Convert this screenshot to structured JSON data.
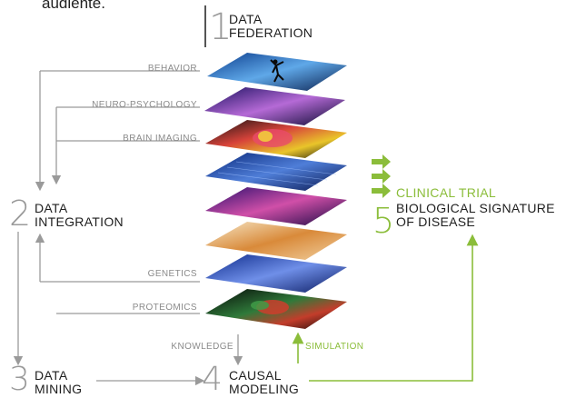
{
  "partial_text": "audiente.",
  "steps": {
    "s1": {
      "num": "1",
      "line1": "DATA",
      "line2": "FEDERATION"
    },
    "s2": {
      "num": "2",
      "line1": "DATA",
      "line2": "INTEGRATION"
    },
    "s3": {
      "num": "3",
      "line1": "DATA",
      "line2": "MINING"
    },
    "s4": {
      "num": "4",
      "line1": "CAUSAL",
      "line2": "MODELING"
    },
    "s5": {
      "num": "5",
      "line1": "BIOLOGICAL SIGNATURE",
      "line2": "OF DISEASE"
    }
  },
  "sources": {
    "behavior": "BEHAVIOR",
    "neuro": "NEURO-PSYCHOLOGY",
    "brain": "BRAIN IMAGING",
    "genetics": "GENETICS",
    "proteomics": "PROTEOMICS"
  },
  "knowledge": "KNOWLEDGE",
  "simulation": "SIMULATION",
  "clinical_trial": "CLINICAL TRIAL",
  "colors": {
    "accent_green": "#8bbd3a",
    "line_gray": "#9a9a9a",
    "text_dark": "#1e1e1e"
  }
}
